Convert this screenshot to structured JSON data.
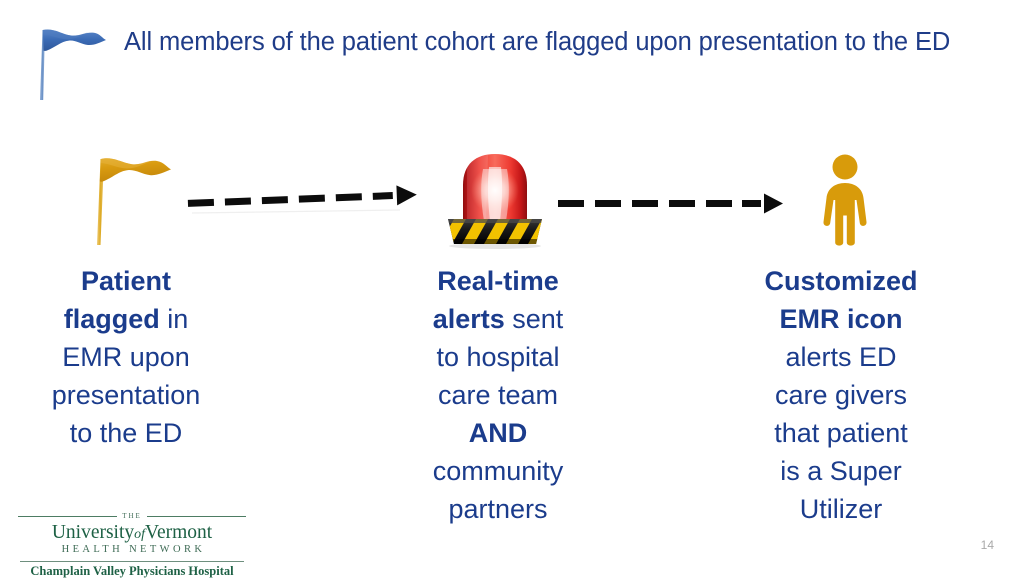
{
  "slide": {
    "title": "All members of the patient cohort are flagged upon presentation to the ED",
    "page_number": "14",
    "title_color": "#1F3C88",
    "body_color": "#1B3C8C",
    "accent_gold": "#D89B0B",
    "accent_red": "#D81E1E",
    "logo_green": "#1E6145"
  },
  "title_icon": {
    "name": "blue-flag-icon",
    "color": "#3B6BB5"
  },
  "process": {
    "steps": [
      {
        "icon_name": "gold-flag-icon",
        "icon_color": "#D89B0B",
        "lines": [
          {
            "text": "Patient",
            "bold": true
          },
          {
            "text": "flagged",
            "bold": true,
            "suffix": " in"
          },
          {
            "text": "EMR upon",
            "bold": false
          },
          {
            "text": "presentation",
            "bold": false
          },
          {
            "text": "to the ED",
            "bold": false
          }
        ]
      },
      {
        "icon_name": "emergency-siren-icon",
        "icon_color": "#D81E1E",
        "lines": [
          {
            "text": "Real-time",
            "bold": true
          },
          {
            "text": "alerts",
            "bold": true,
            "suffix": " sent"
          },
          {
            "text": "to hospital",
            "bold": false
          },
          {
            "text": "care team",
            "bold": false
          },
          {
            "text": "AND",
            "bold": true
          },
          {
            "text": "community",
            "bold": false
          },
          {
            "text": "partners",
            "bold": false
          }
        ]
      },
      {
        "icon_name": "person-icon",
        "icon_color": "#D89B0B",
        "lines": [
          {
            "text": "Customized",
            "bold": true
          },
          {
            "text": "EMR icon",
            "bold": true
          },
          {
            "text": "alerts ED",
            "bold": false
          },
          {
            "text": "care givers",
            "bold": false
          },
          {
            "text": "that patient",
            "bold": false
          },
          {
            "text": "is a Super",
            "bold": false
          },
          {
            "text": "Utilizer",
            "bold": false
          }
        ]
      }
    ],
    "arrows": [
      {
        "name": "dashed-arrow-right-1",
        "dashes": 6
      },
      {
        "name": "dashed-arrow-right-2",
        "dashes": 6
      }
    ]
  },
  "footer_logo": {
    "the": "THE",
    "university": "University",
    "of": "of",
    "vermont": "Vermont",
    "network": "HEALTH NETWORK",
    "hospital": "Champlain Valley Physicians Hospital"
  }
}
